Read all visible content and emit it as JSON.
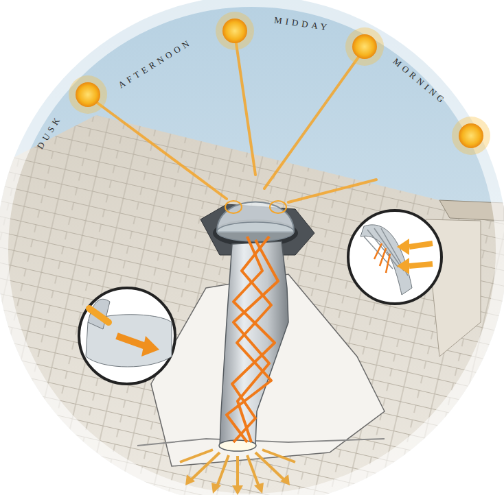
{
  "diagram": {
    "labels": [
      "DUSK",
      "AFTERNOON",
      "MIDDAY",
      "MORNING"
    ]
  }
}
